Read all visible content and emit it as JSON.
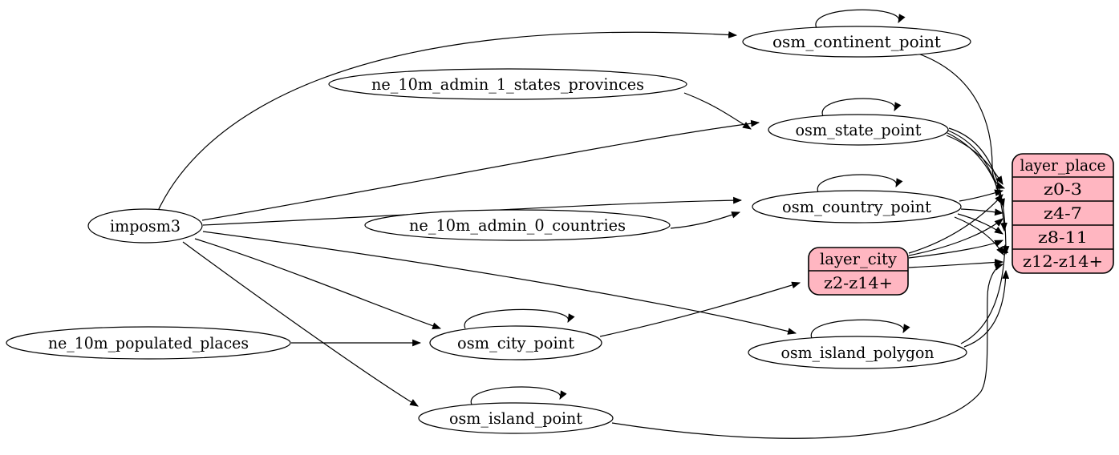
{
  "diagram": {
    "type": "graphviz-etl-graph",
    "colors": {
      "background": "#ffffff",
      "edge": "#000000",
      "ellipse_fill": "#ffffff",
      "ellipse_stroke": "#000000",
      "record_fill": "#ffb6c1",
      "record_stroke": "#000000",
      "text": "#000000"
    },
    "nodes": {
      "imposm3": {
        "label": "imposm3",
        "shape": "ellipse"
      },
      "ne_10m_admin_1_states_provinces": {
        "label": "ne_10m_admin_1_states_provinces",
        "shape": "ellipse"
      },
      "ne_10m_admin_0_countries": {
        "label": "ne_10m_admin_0_countries",
        "shape": "ellipse"
      },
      "ne_10m_populated_places": {
        "label": "ne_10m_populated_places",
        "shape": "ellipse"
      },
      "osm_continent_point": {
        "label": "osm_continent_point",
        "shape": "ellipse",
        "self_loop": true
      },
      "osm_state_point": {
        "label": "osm_state_point",
        "shape": "ellipse",
        "self_loop": true
      },
      "osm_country_point": {
        "label": "osm_country_point",
        "shape": "ellipse",
        "self_loop": true
      },
      "osm_city_point": {
        "label": "osm_city_point",
        "shape": "ellipse",
        "self_loop": true
      },
      "osm_island_polygon": {
        "label": "osm_island_polygon",
        "shape": "ellipse",
        "self_loop": true
      },
      "osm_island_point": {
        "label": "osm_island_point",
        "shape": "ellipse",
        "self_loop": true
      },
      "layer_city": {
        "label": "layer_city",
        "shape": "record",
        "rows": [
          "z2-z14+"
        ]
      },
      "layer_place": {
        "label": "layer_place",
        "shape": "record",
        "rows": [
          "z0-3",
          "z4-7",
          "z8-11",
          "z12-z14+"
        ]
      }
    },
    "edges": [
      {
        "from": "imposm3",
        "to": "osm_continent_point"
      },
      {
        "from": "imposm3",
        "to": "osm_state_point"
      },
      {
        "from": "imposm3",
        "to": "osm_country_point"
      },
      {
        "from": "imposm3",
        "to": "osm_city_point"
      },
      {
        "from": "imposm3",
        "to": "osm_island_polygon"
      },
      {
        "from": "imposm3",
        "to": "osm_island_point"
      },
      {
        "from": "ne_10m_admin_1_states_provinces",
        "to": "osm_state_point"
      },
      {
        "from": "ne_10m_admin_0_countries",
        "to": "osm_country_point"
      },
      {
        "from": "ne_10m_populated_places",
        "to": "osm_city_point"
      },
      {
        "from": "osm_continent_point",
        "to": "osm_continent_point"
      },
      {
        "from": "osm_state_point",
        "to": "osm_state_point"
      },
      {
        "from": "osm_country_point",
        "to": "osm_country_point"
      },
      {
        "from": "osm_city_point",
        "to": "osm_city_point"
      },
      {
        "from": "osm_island_polygon",
        "to": "osm_island_polygon"
      },
      {
        "from": "osm_island_point",
        "to": "osm_island_point"
      },
      {
        "from": "osm_continent_point",
        "to": "layer_place",
        "port": "z0-3"
      },
      {
        "from": "osm_state_point",
        "to": "layer_place",
        "port": "z0-3"
      },
      {
        "from": "osm_state_point",
        "to": "layer_place",
        "port": "z4-7"
      },
      {
        "from": "osm_state_point",
        "to": "layer_place",
        "port": "z8-11"
      },
      {
        "from": "osm_state_point",
        "to": "layer_place",
        "port": "z12-z14+"
      },
      {
        "from": "osm_country_point",
        "to": "layer_place",
        "port": "z0-3"
      },
      {
        "from": "osm_country_point",
        "to": "layer_place",
        "port": "z4-7"
      },
      {
        "from": "osm_country_point",
        "to": "layer_place",
        "port": "z8-11"
      },
      {
        "from": "osm_country_point",
        "to": "layer_place",
        "port": "z12-z14+"
      },
      {
        "from": "osm_city_point",
        "to": "layer_city",
        "port": "z2-z14+"
      },
      {
        "from": "layer_city",
        "to": "layer_place",
        "port": "z0-3"
      },
      {
        "from": "layer_city",
        "to": "layer_place",
        "port": "z4-7"
      },
      {
        "from": "layer_city",
        "to": "layer_place",
        "port": "z8-11"
      },
      {
        "from": "layer_city",
        "to": "layer_place",
        "port": "z12-z14+"
      },
      {
        "from": "osm_island_polygon",
        "to": "layer_place",
        "port": "z8-11"
      },
      {
        "from": "osm_island_polygon",
        "to": "layer_place",
        "port": "z12-z14+"
      },
      {
        "from": "osm_island_point",
        "to": "layer_place",
        "port": "z12-z14+"
      }
    ]
  }
}
